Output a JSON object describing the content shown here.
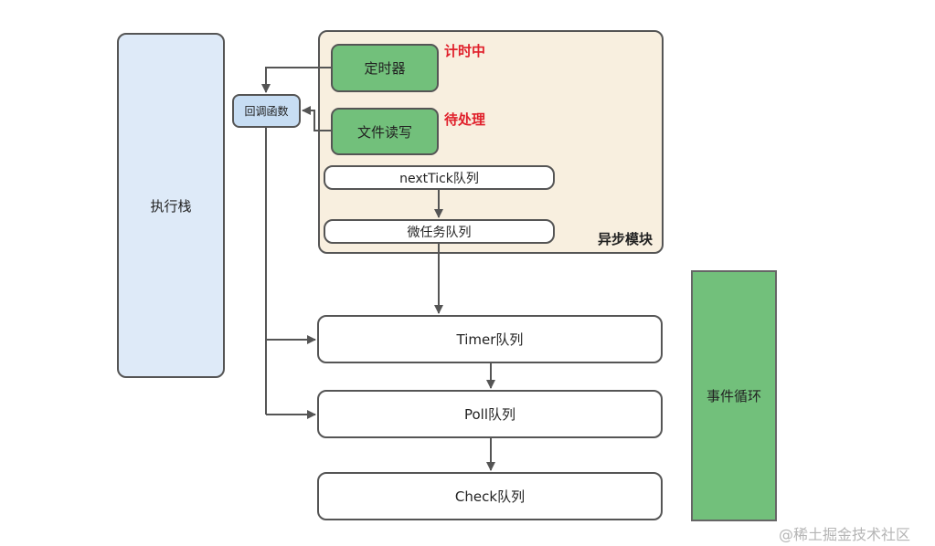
{
  "stack": {
    "label": "执行栈"
  },
  "async_module": {
    "title": "异步模块",
    "timer_source": "定时器",
    "timer_status": "计时中",
    "file_source": "文件读写",
    "file_status": "待处理",
    "nexttick_queue": "nextTick队列",
    "microtask_queue": "微任务队列"
  },
  "callback": {
    "label": "回调函数"
  },
  "queues": {
    "timer": "Timer队列",
    "poll": "Poll队列",
    "check": "Check队列"
  },
  "event_loop": {
    "label": "事件循环"
  },
  "watermark": "@稀土掘金技术社区",
  "colors": {
    "stack_fill": "#deeaf8",
    "async_fill": "#f8efdf",
    "green_fill": "#72c07b",
    "callback_fill": "#c7ddf3",
    "status_red": "#e0202b",
    "line": "#555555"
  }
}
